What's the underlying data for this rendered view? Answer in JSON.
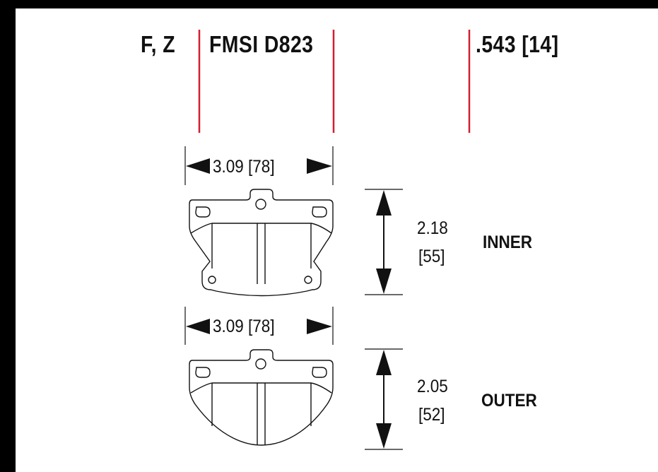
{
  "header": {
    "position": "F, Z",
    "fmsi": "FMSI D823",
    "thickness": ".543 [14]"
  },
  "pads": [
    {
      "label": "INNER",
      "width": "3.09 [78]",
      "height_in": "2.18",
      "height_mm": "[55]"
    },
    {
      "label": "OUTER",
      "width": "3.09 [78]",
      "height_in": "2.05",
      "height_mm": "[52]"
    }
  ],
  "colors": {
    "divider": "#d21f2f",
    "ink": "#111111",
    "frame": "#000000"
  }
}
